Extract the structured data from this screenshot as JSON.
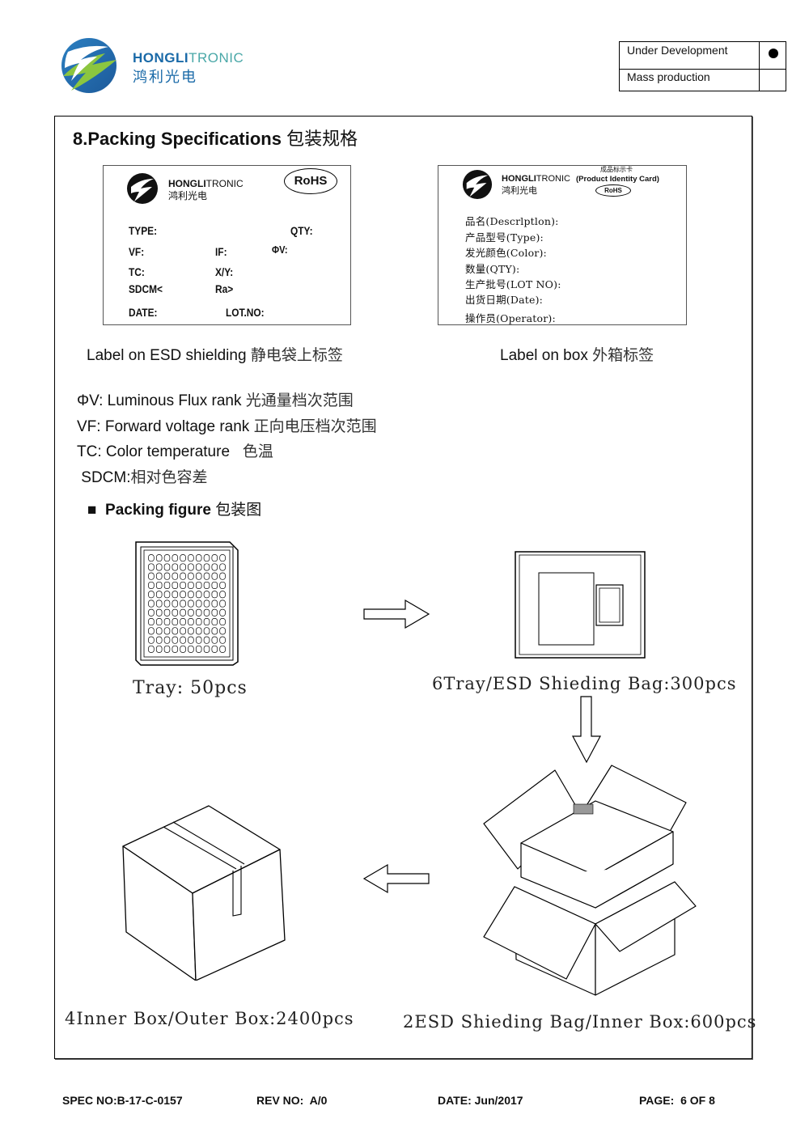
{
  "header": {
    "brand_en_bold": "HONGLI",
    "brand_en_light": "TRONIC",
    "brand_cn": "鸿利光电",
    "status": [
      {
        "label": "Under Development",
        "selected": true
      },
      {
        "label": "Mass production",
        "selected": false
      }
    ]
  },
  "section": {
    "title": "8.Packing Specifications",
    "title_cn": "包装规格"
  },
  "esd_label": {
    "brand_bold": "HONGLI",
    "brand_light": "TRONIC",
    "brand_cn": "鸿利光电",
    "rohs": "RoHS",
    "fields": {
      "type": "TYPE:",
      "qty": "QTY:",
      "vf": "VF:",
      "if": "IF:",
      "phiv": "ΦV:",
      "tc": "TC:",
      "xy": "X/Y:",
      "sdcm": "SDCM<",
      "ra": "Ra>",
      "date": "DATE:",
      "lot": "LOT.NO:"
    },
    "caption": "Label on ESD shielding",
    "caption_cn": "静电袋上标签"
  },
  "box_label": {
    "card_cn": "成品标示卡",
    "brand_bold": "HONGLI",
    "brand_light": "TRONIC",
    "brand_cn": "鸿利光电",
    "card_en": "(Product Identity Card)",
    "rohs": "RoHS",
    "lines": [
      "品名(Descrlptlon):",
      "产品型号(Type):",
      "发光颜色(Color):",
      "数量(QTY):",
      "生产批号(LOT NO):",
      "出货日期(Date):",
      "操作员(Operator):"
    ],
    "caption": "Label on box",
    "caption_cn": "外箱标签"
  },
  "legend": [
    {
      "en": "ΦV: Luminous Flux rank ",
      "cn": "光通量档次范围"
    },
    {
      "en": "VF: Forward voltage rank ",
      "cn": "正向电压档次范围"
    },
    {
      "en": "TC: Color temperature   ",
      "cn": "色温"
    },
    {
      "en": " SDCM:",
      "cn": "相对色容差"
    }
  ],
  "packing_figure": {
    "bullet": "■",
    "title": "Packing figure",
    "title_cn": "包装图",
    "captions": {
      "tray": "Tray: 50pcs",
      "bag": "6Tray/ESD Shieding Bag:300pcs",
      "inner": "2ESD Shieding Bag/Inner Box:600pcs",
      "outer": "4Inner Box/Outer Box:2400pcs"
    }
  },
  "footer": {
    "spec": "SPEC NO:B-17-C-0157",
    "rev": "REV NO:  A/0",
    "date": "DATE: Jun/2017",
    "page": "PAGE:  6 OF 8"
  }
}
